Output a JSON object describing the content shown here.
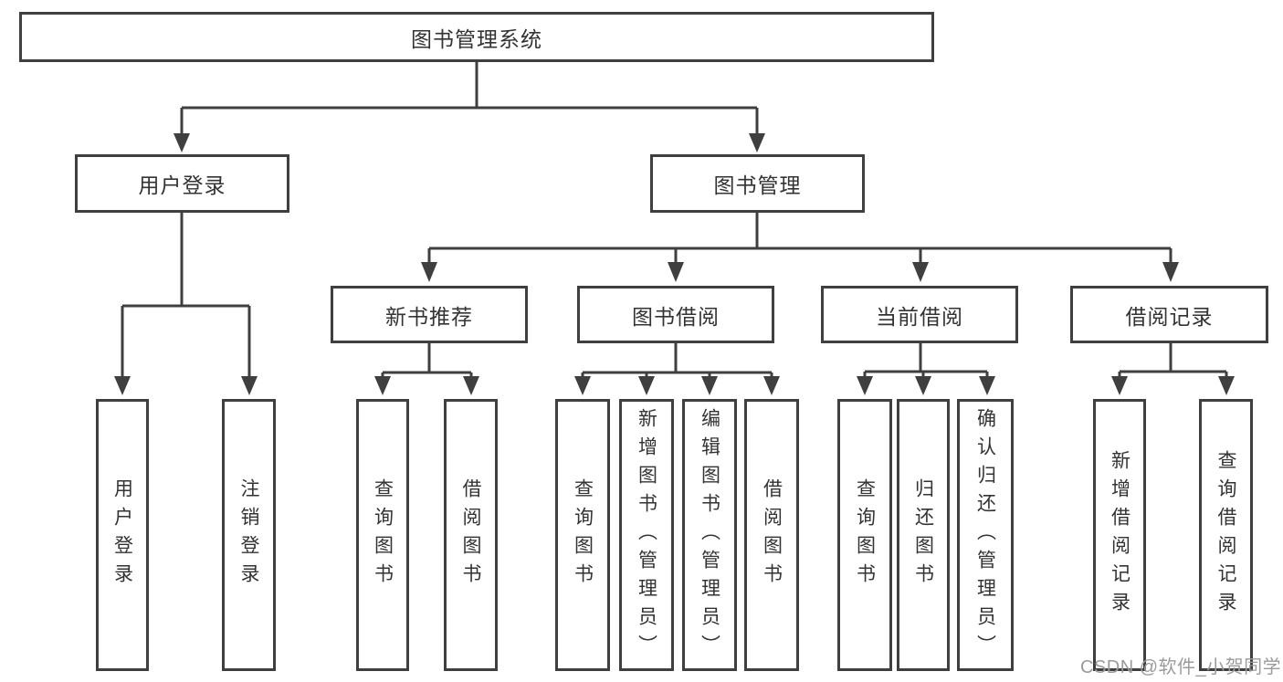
{
  "diagram": {
    "root": {
      "label": "图书管理系统"
    },
    "level2": [
      {
        "label": "用户登录"
      },
      {
        "label": "图书管理"
      }
    ],
    "level3": [
      {
        "label": "新书推荐"
      },
      {
        "label": "图书借阅"
      },
      {
        "label": "当前借阅"
      },
      {
        "label": "借阅记录"
      }
    ],
    "leaves": [
      {
        "label": "用户登录"
      },
      {
        "label": "注销登录"
      },
      {
        "label": "查询图书"
      },
      {
        "label": "借阅图书"
      },
      {
        "label": "查询图书"
      },
      {
        "label": "新增图书（管理员）"
      },
      {
        "label": "编辑图书（管理员）"
      },
      {
        "label": "借阅图书"
      },
      {
        "label": "查询图书"
      },
      {
        "label": "归还图书"
      },
      {
        "label": "确认归还（管理员）"
      },
      {
        "label": "新增借阅记录"
      },
      {
        "label": "查询借阅记录"
      }
    ]
  },
  "watermark": {
    "text": "CSDN @软件_小贺同学"
  },
  "colors": {
    "line": "#3f3f3f",
    "text": "#333333",
    "background": "#ffffff",
    "watermark": "#9b9b9b"
  }
}
